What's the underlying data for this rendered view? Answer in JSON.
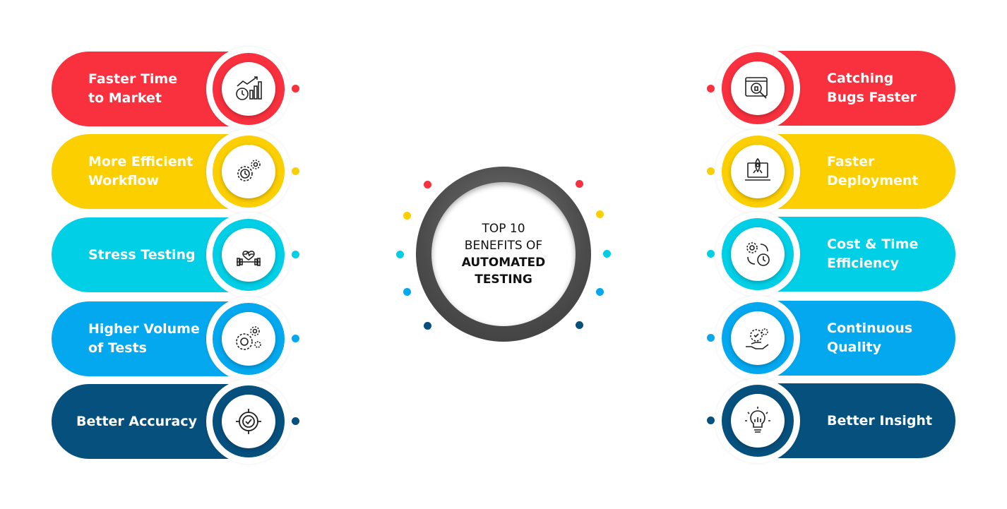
{
  "center": {
    "line1": "TOP 10",
    "line2": "BENEFITS OF",
    "line3": "AUTOMATED",
    "line4": "TESTING"
  },
  "left_items": [
    {
      "label": "Faster Time\nto Market",
      "color": "#f9303d",
      "icon": "clock-growth-chart-icon"
    },
    {
      "label": "More Efficient\nWorkflow",
      "color": "#fccf00",
      "icon": "gears-clock-icon"
    },
    {
      "label": "Stress Testing",
      "color": "#00cfe6",
      "icon": "weightlifting-heart-icon"
    },
    {
      "label": "Higher Volume\nof Tests",
      "color": "#03a8ef",
      "icon": "gears-icon"
    },
    {
      "label": "Better Accuracy",
      "color": "#06507e",
      "icon": "target-check-icon"
    }
  ],
  "right_items": [
    {
      "label": "Catching\nBugs Faster",
      "color": "#f9303d",
      "icon": "browser-bug-search-icon"
    },
    {
      "label": "Faster\nDeployment",
      "color": "#fccf00",
      "icon": "laptop-rocket-icon"
    },
    {
      "label": "Cost & Time\nEfficiency",
      "color": "#00cfe6",
      "icon": "gear-cycle-clock-icon"
    },
    {
      "label": "Continuous\nQuality",
      "color": "#03a8ef",
      "icon": "hand-gears-check-icon"
    },
    {
      "label": "Better Insight",
      "color": "#06507e",
      "icon": "lightbulb-chart-icon"
    }
  ]
}
